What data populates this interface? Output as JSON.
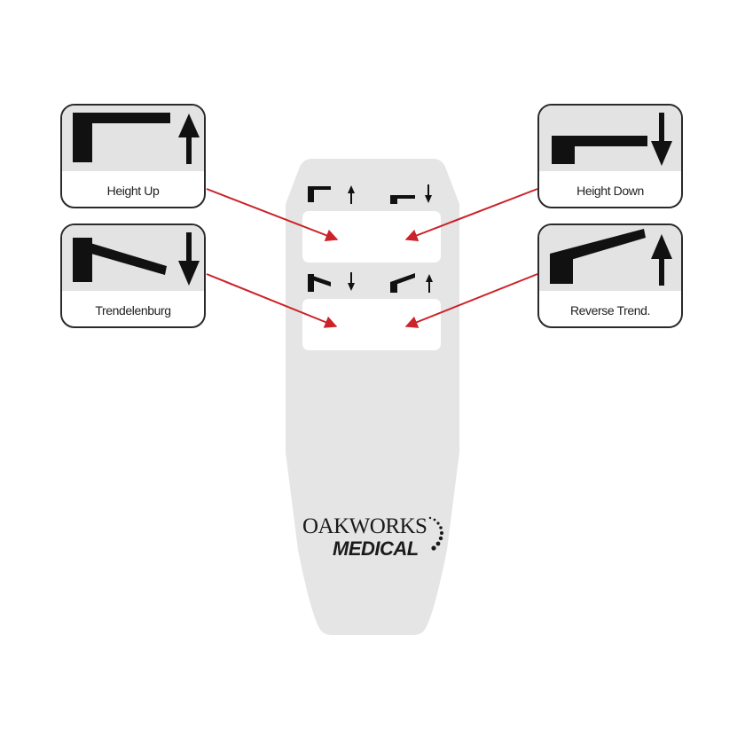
{
  "callouts": [
    {
      "id": "height-up",
      "label": "Height Up"
    },
    {
      "id": "height-down",
      "label": "Height Down"
    },
    {
      "id": "trendelenburg",
      "label": "Trendelenburg"
    },
    {
      "id": "reverse-trend",
      "label": "Reverse Trend."
    }
  ],
  "logo": {
    "line1": "OAKWORKS",
    "line2": "MEDICAL"
  },
  "colors": {
    "arrow": "#cc2229",
    "remote_body": "#e5e5e5",
    "button_panel": "#ffffff",
    "callout_border": "#2a2a2a",
    "icon_background": "#e3e3e3",
    "icon_fill": "#111111"
  }
}
